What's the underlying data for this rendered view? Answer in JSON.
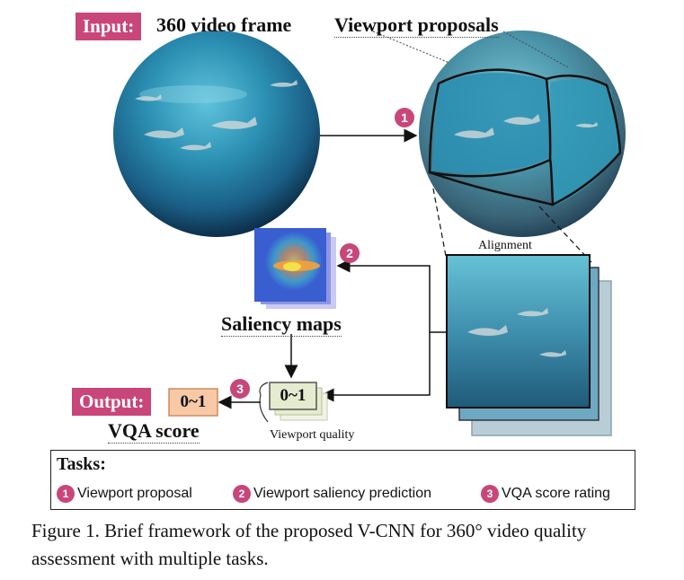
{
  "input": {
    "tag": "Input:",
    "title": "360 video frame"
  },
  "proposals": {
    "title": "Viewport proposals"
  },
  "alignment": "Alignment",
  "saliency": {
    "title": "Saliency maps"
  },
  "viewport_quality": {
    "value": "0~1",
    "label": "Viewport quality"
  },
  "output": {
    "tag": "Output:",
    "value": "0~1",
    "title": "VQA score"
  },
  "badges": [
    "1",
    "2",
    "3"
  ],
  "tasks": {
    "title": "Tasks:",
    "items": [
      {
        "num": "1",
        "label": "Viewport proposal"
      },
      {
        "num": "2",
        "label": "Viewport saliency prediction"
      },
      {
        "num": "3",
        "label": "VQA score rating"
      }
    ]
  },
  "caption": "Figure 1. Brief framework of the proposed V-CNN for 360° video quality assessment with multiple tasks.",
  "colors": {
    "accent": "#c8467a",
    "output_box": "#f7c9a6",
    "quality_box": "#e4ebcf",
    "ocean": "#2a87ad"
  }
}
